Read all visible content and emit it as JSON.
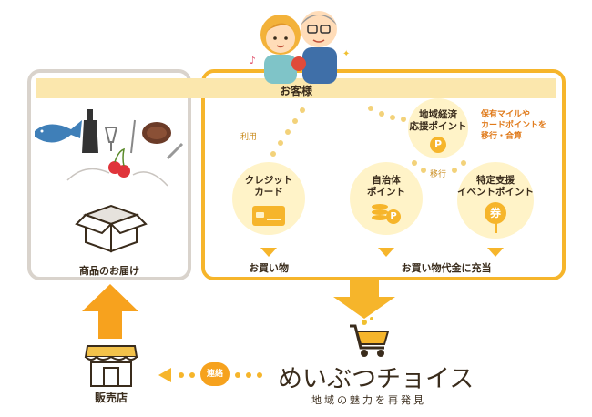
{
  "customer": {
    "label": "お客様"
  },
  "left_panel": {
    "caption": "商品のお届け"
  },
  "services": {
    "credit_card": {
      "line1": "クレジット",
      "line2": "カード"
    },
    "local_gov": {
      "line1": "自治体",
      "line2": "ポイント"
    },
    "regional": {
      "line1": "地域経済",
      "line2": "応援ポイント",
      "badge": "P"
    },
    "event": {
      "line1": "特定支援",
      "line2": "イベントポイント",
      "badge": "券"
    }
  },
  "labels": {
    "use": "利用",
    "transfer": "移行",
    "mileage_note": [
      "保有マイルや",
      "カードポイントを",
      "移行・合算"
    ],
    "shopping": "お買い物",
    "appropriation": "お買い物代金に充当",
    "link": "連絡",
    "shop": "販売店"
  },
  "brand": {
    "name": "めいぶつチョイス",
    "tagline": "地域の魅力を再発見"
  },
  "colors": {
    "orange": "#f6b52b",
    "arrow": "#f7a21e",
    "gray_border": "#d9d3cc",
    "band": "#fbe7ad",
    "circle": "#fff3c8"
  }
}
